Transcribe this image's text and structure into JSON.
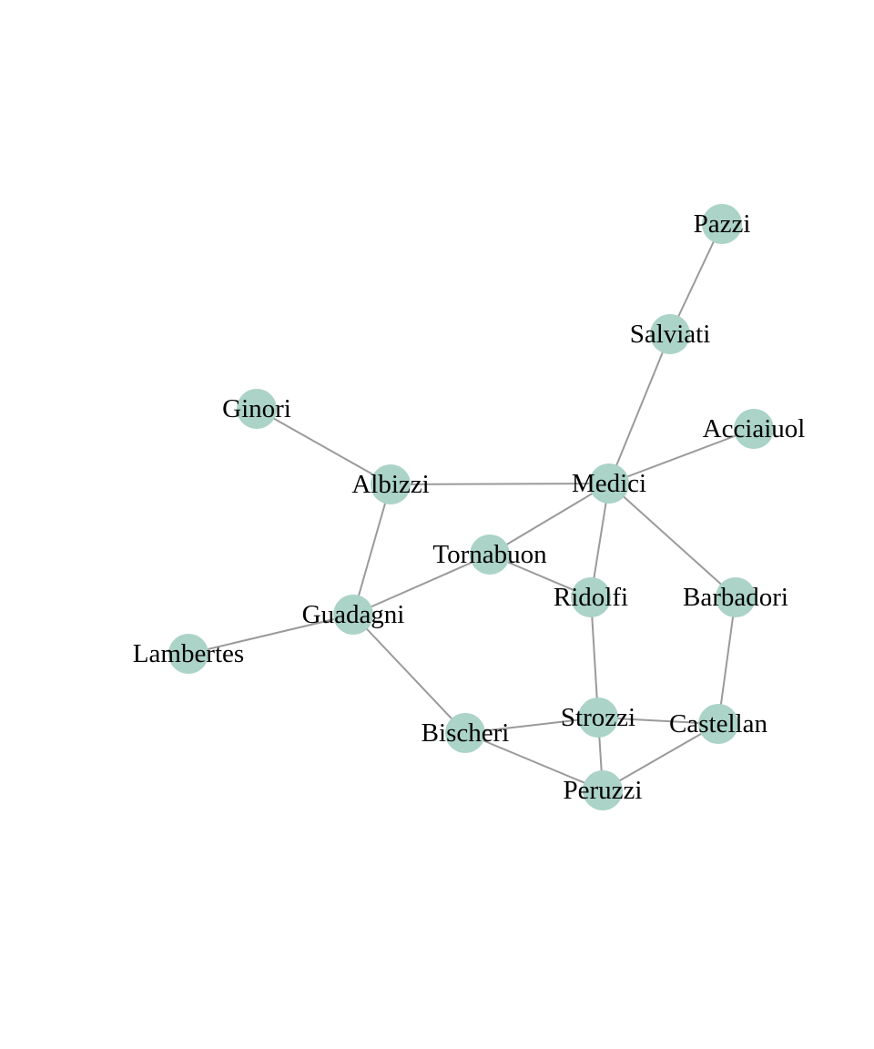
{
  "nodes": [
    {
      "id": "pazzi",
      "label": "Pazzi"
    },
    {
      "id": "salviati",
      "label": "Salviati"
    },
    {
      "id": "ginori",
      "label": "Ginori"
    },
    {
      "id": "acciaiuol",
      "label": "Acciaiuol"
    },
    {
      "id": "albizzi",
      "label": "Albizzi"
    },
    {
      "id": "medici",
      "label": "Medici"
    },
    {
      "id": "tornabuon",
      "label": "Tornabuon"
    },
    {
      "id": "ridolfi",
      "label": "Ridolfi"
    },
    {
      "id": "barbadori",
      "label": "Barbadori"
    },
    {
      "id": "guadagni",
      "label": "Guadagni"
    },
    {
      "id": "lambertes",
      "label": "Lambertes"
    },
    {
      "id": "bischeri",
      "label": "Bischeri"
    },
    {
      "id": "strozzi",
      "label": "Strozzi"
    },
    {
      "id": "castellan",
      "label": "Castellan"
    },
    {
      "id": "peruzzi",
      "label": "Peruzzi"
    }
  ],
  "edges": [
    [
      "pazzi",
      "salviati"
    ],
    [
      "salviati",
      "medici"
    ],
    [
      "ginori",
      "albizzi"
    ],
    [
      "acciaiuol",
      "medici"
    ],
    [
      "albizzi",
      "medici"
    ],
    [
      "albizzi",
      "guadagni"
    ],
    [
      "medici",
      "tornabuon"
    ],
    [
      "medici",
      "ridolfi"
    ],
    [
      "medici",
      "barbadori"
    ],
    [
      "tornabuon",
      "guadagni"
    ],
    [
      "tornabuon",
      "ridolfi"
    ],
    [
      "guadagni",
      "lambertes"
    ],
    [
      "guadagni",
      "bischeri"
    ],
    [
      "ridolfi",
      "strozzi"
    ],
    [
      "barbadori",
      "castellan"
    ],
    [
      "bischeri",
      "strozzi"
    ],
    [
      "bischeri",
      "peruzzi"
    ],
    [
      "strozzi",
      "castellan"
    ],
    [
      "strozzi",
      "peruzzi"
    ],
    [
      "castellan",
      "peruzzi"
    ]
  ],
  "colors": {
    "node_fill": "#abd3c8",
    "edge_stroke": "#9a9a9a",
    "label": "#000000",
    "background": "#ffffff"
  }
}
